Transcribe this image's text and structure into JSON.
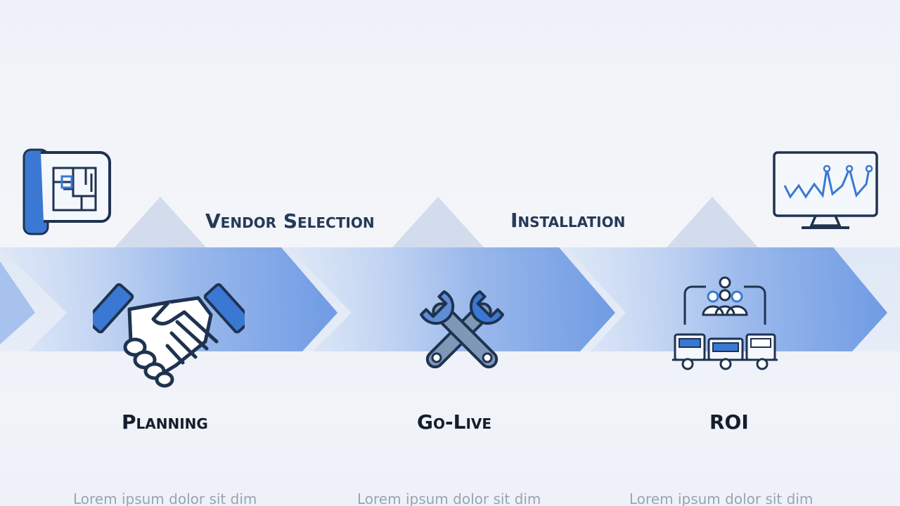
{
  "stages_top": [
    {
      "label": "Vendor Selection"
    },
    {
      "label": "Installation"
    }
  ],
  "stages_bottom": [
    {
      "label": "Planning"
    },
    {
      "label": "Go-Live"
    },
    {
      "label": "ROI"
    }
  ],
  "captions": [
    "Lorem ipsum dolor sit dim",
    "Lorem ipsum dolor sit dim",
    "Lorem ipsum dolor sit dim"
  ],
  "icons": {
    "blueprint": "blueprint-icon",
    "monitor_chart": "monitor-chart-icon",
    "handshake": "handshake-icon",
    "tools": "wrench-tools-icon",
    "team_vehicles": "team-vehicles-icon"
  },
  "colors": {
    "arrow_blue": "#5b8de0",
    "arrow_light": "#c9d9f3",
    "triangle": "#cfd9e8",
    "icon_stroke": "#1f3350",
    "icon_accent": "#3a78d4"
  }
}
